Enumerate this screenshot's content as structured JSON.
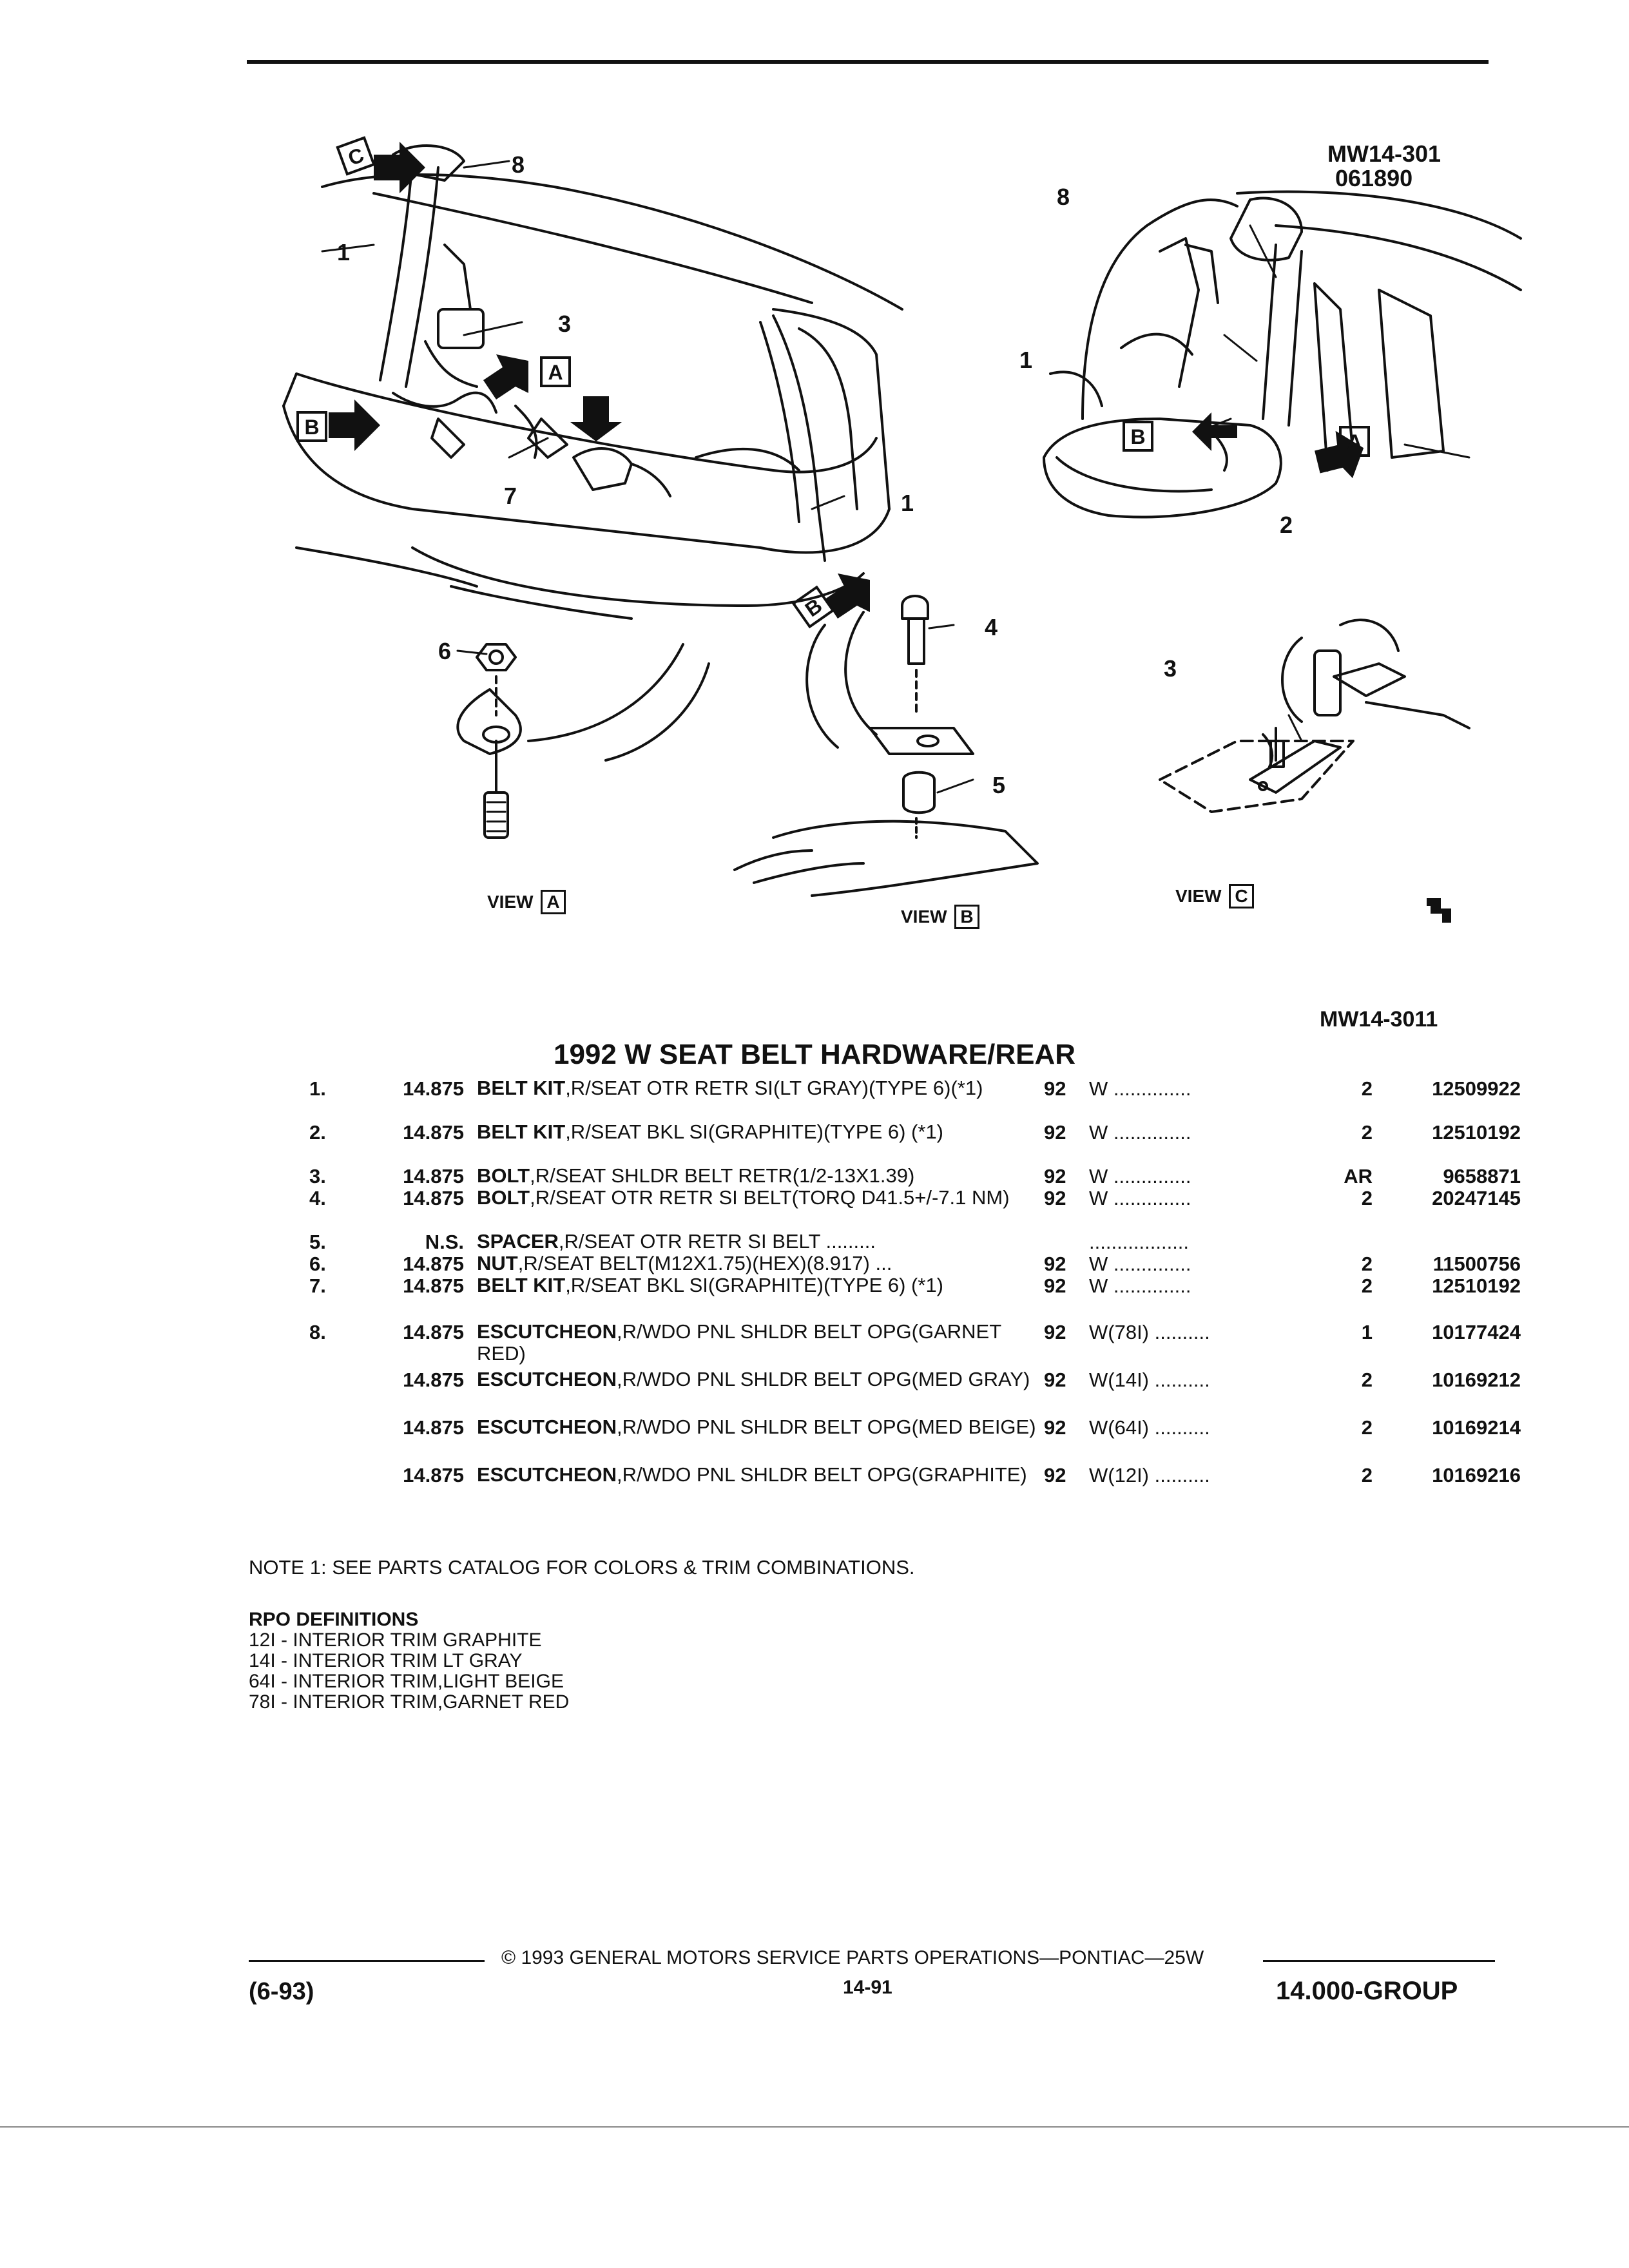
{
  "header": {
    "figure_id": "MW14-301",
    "figure_date": "061890",
    "figure_id_2": "MW14-3011"
  },
  "diagram": {
    "view_a": "VIEW",
    "view_a_box": "A",
    "view_b": "VIEW",
    "view_b_box": "B",
    "view_c": "VIEW",
    "view_c_box": "C",
    "refs": [
      "1",
      "2",
      "3",
      "4",
      "5",
      "6",
      "7",
      "8"
    ],
    "callout_boxes": [
      "A",
      "B",
      "C"
    ]
  },
  "title": "1992 W SEAT BELT HARDWARE/REAR",
  "parts": [
    {
      "num": "1.",
      "grp": "14.875",
      "name": "BELT KIT",
      "desc": ",R/SEAT OTR RETR SI(LT GRAY)(TYPE 6)(*1)",
      "year": "92",
      "series": "W ..............",
      "qty": "2",
      "part_no": "12509922"
    },
    {
      "num": "2.",
      "grp": "14.875",
      "name": "BELT KIT",
      "desc": ",R/SEAT BKL SI(GRAPHITE)(TYPE 6) (*1)",
      "year": "92",
      "series": "W ..............",
      "qty": "2",
      "part_no": "12510192"
    },
    {
      "num": "3.",
      "grp": "14.875",
      "name": "BOLT",
      "desc": ",R/SEAT SHLDR BELT RETR(1/2-13X1.39)",
      "year": "92",
      "series": "W ..............",
      "qty": "AR",
      "part_no": "9658871"
    },
    {
      "num": "4.",
      "grp": "14.875",
      "name": "BOLT",
      "desc": ",R/SEAT OTR RETR SI BELT(TORQ D41.5+/-7.1 NM)",
      "year": "92",
      "series": "W ..............",
      "qty": "2",
      "part_no": "20247145"
    },
    {
      "num": "5.",
      "grp": "N.S.",
      "name": "SPACER",
      "desc": ",R/SEAT OTR RETR SI BELT .........",
      "year": "",
      "series": "..................",
      "qty": "",
      "part_no": ""
    },
    {
      "num": "6.",
      "grp": "14.875",
      "name": "NUT",
      "desc": ",R/SEAT BELT(M12X1.75)(HEX)(8.917) ...",
      "year": "92",
      "series": "W ..............",
      "qty": "2",
      "part_no": "11500756"
    },
    {
      "num": "7.",
      "grp": "14.875",
      "name": "BELT KIT",
      "desc": ",R/SEAT BKL SI(GRAPHITE)(TYPE 6) (*1)",
      "year": "92",
      "series": "W ..............",
      "qty": "2",
      "part_no": "12510192"
    },
    {
      "num": "8.",
      "grp": "14.875",
      "name": "ESCUTCHEON",
      "desc": ",R/WDO PNL SHLDR BELT OPG(GARNET RED)",
      "year": "92",
      "series": "W(78I) ..........",
      "qty": "1",
      "part_no": "10177424"
    },
    {
      "num": "",
      "grp": "14.875",
      "name": "ESCUTCHEON",
      "desc": ",R/WDO PNL SHLDR BELT OPG(MED GRAY)",
      "year": "92",
      "series": "W(14I) ..........",
      "qty": "2",
      "part_no": "10169212"
    },
    {
      "num": "",
      "grp": "14.875",
      "name": "ESCUTCHEON",
      "desc": ",R/WDO PNL SHLDR BELT OPG(MED BEIGE)",
      "year": "92",
      "series": "W(64I) ..........",
      "qty": "2",
      "part_no": "10169214"
    },
    {
      "num": "",
      "grp": "14.875",
      "name": "ESCUTCHEON",
      "desc": ",R/WDO PNL SHLDR BELT OPG(GRAPHITE)",
      "year": "92",
      "series": "W(12I) ..........",
      "qty": "2",
      "part_no": "10169216"
    }
  ],
  "note": "NOTE 1: SEE PARTS CATALOG FOR COLORS & TRIM COMBINATIONS.",
  "rpo": {
    "heading": "RPO DEFINITIONS",
    "items": [
      "12I - INTERIOR TRIM GRAPHITE",
      "14I - INTERIOR TRIM LT GRAY",
      "64I - INTERIOR TRIM,LIGHT BEIGE",
      "78I - INTERIOR TRIM,GARNET RED"
    ]
  },
  "footer": {
    "copyright": "© 1993 GENERAL MOTORS SERVICE PARTS OPERATIONS—PONTIAC—25W",
    "date": "(6-93)",
    "page": "14-91",
    "group": "14.000-GROUP"
  }
}
